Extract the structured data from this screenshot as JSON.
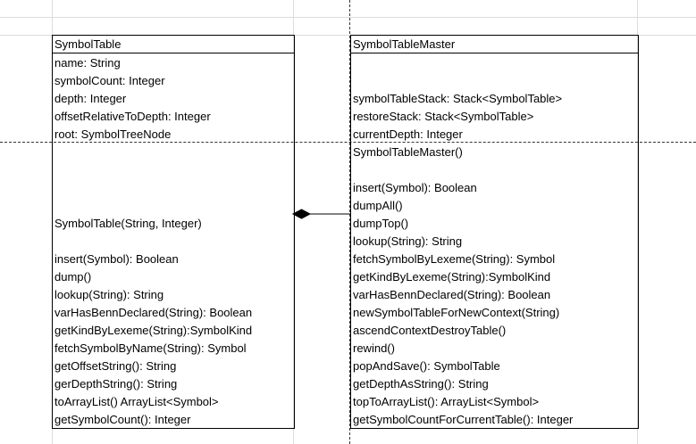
{
  "symbol_table": {
    "title": "SymbolTable",
    "attributes": [
      "name: String",
      "symbolCount: Integer",
      "depth: Integer",
      "offsetRelativeToDepth: Integer",
      "root: SymbolTreeNode"
    ],
    "constructor": "SymbolTable(String, Integer)",
    "methods": [
      "insert(Symbol): Boolean",
      "dump()",
      "lookup(String): String",
      "varHasBennDeclared(String): Boolean",
      "getKindByLexeme(String):SymbolKind",
      "fetchSymbolByName(String): Symbol",
      "getOffsetString(): String",
      "gerDepthString(): String",
      "toArrayList() ArrayList<Symbol>",
      "getSymbolCount(): Integer"
    ]
  },
  "symbol_table_master": {
    "title": "SymbolTableMaster",
    "attributes": [
      "symbolTableStack: Stack<SymbolTable>",
      "restoreStack: Stack<SymbolTable>",
      "currentDepth: Integer"
    ],
    "constructor": "SymbolTableMaster()",
    "methods": [
      "insert(Symbol): Boolean",
      "dumpAll()",
      "dumpTop()",
      "lookup(String): String",
      "fetchSymbolByLexeme(String): Symbol",
      "getKindByLexeme(String):SymbolKind",
      "varHasBennDeclared(String): Boolean",
      "newSymbolTableForNewContext(String)",
      "ascendContextDestroyTable()",
      "rewind()",
      "popAndSave(): SymbolTable",
      "getDepthAsString(): String",
      "topToArrayList(): ArrayList<Symbol>",
      "getSymbolCountForCurrentTable(): Integer"
    ]
  }
}
